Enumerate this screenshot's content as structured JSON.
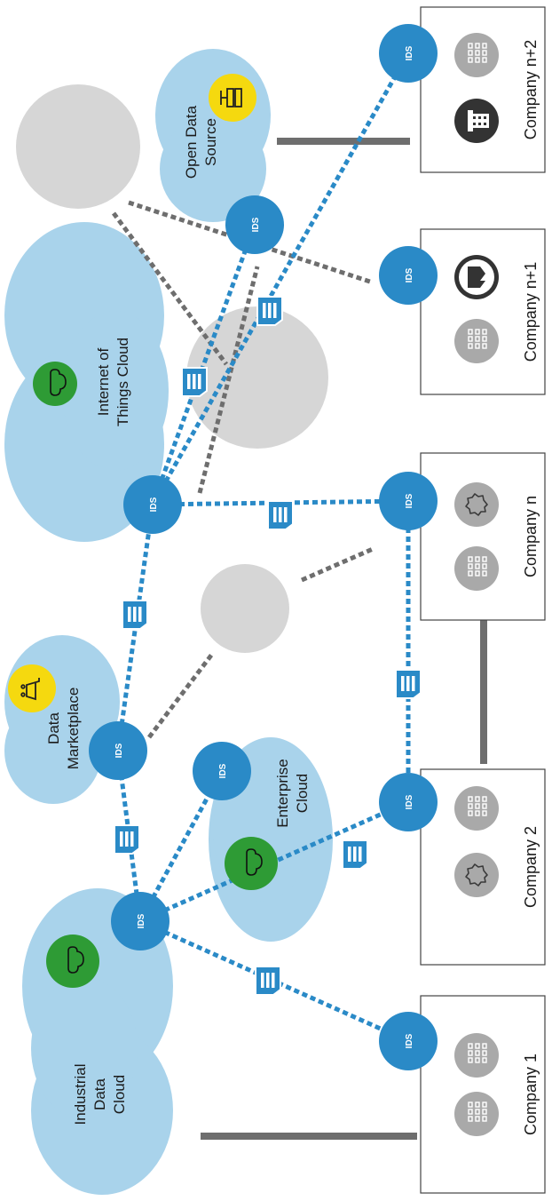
{
  "node_label": "IDS",
  "clouds": {
    "industrial": "Industrial Data Cloud",
    "marketplace": "Data Marketplace",
    "enterprise": "Enterprise Cloud",
    "iot": "Internet of Things Cloud",
    "open_data": "Open Data Source"
  },
  "companies": {
    "c1": "Company 1",
    "c2": "Company 2",
    "cn": "Company n",
    "cn1": "Company n+1",
    "cn2": "Company n+2"
  },
  "colors": {
    "cloud": "#a9d3eb",
    "ids_node": "#2a8ac7",
    "connector_line": "#2a8ac7",
    "grey_link": "#6e6e6e",
    "grey_disc": "#d6d6d6",
    "green_icon": "#2e9b35",
    "yellow_icon": "#f5d90f"
  },
  "icons": [
    "cloud-icon",
    "shopping-cart-icon",
    "database-icon",
    "factory-icon",
    "gear-icon",
    "skyscraper-icon",
    "building-icon",
    "document-icon"
  ]
}
